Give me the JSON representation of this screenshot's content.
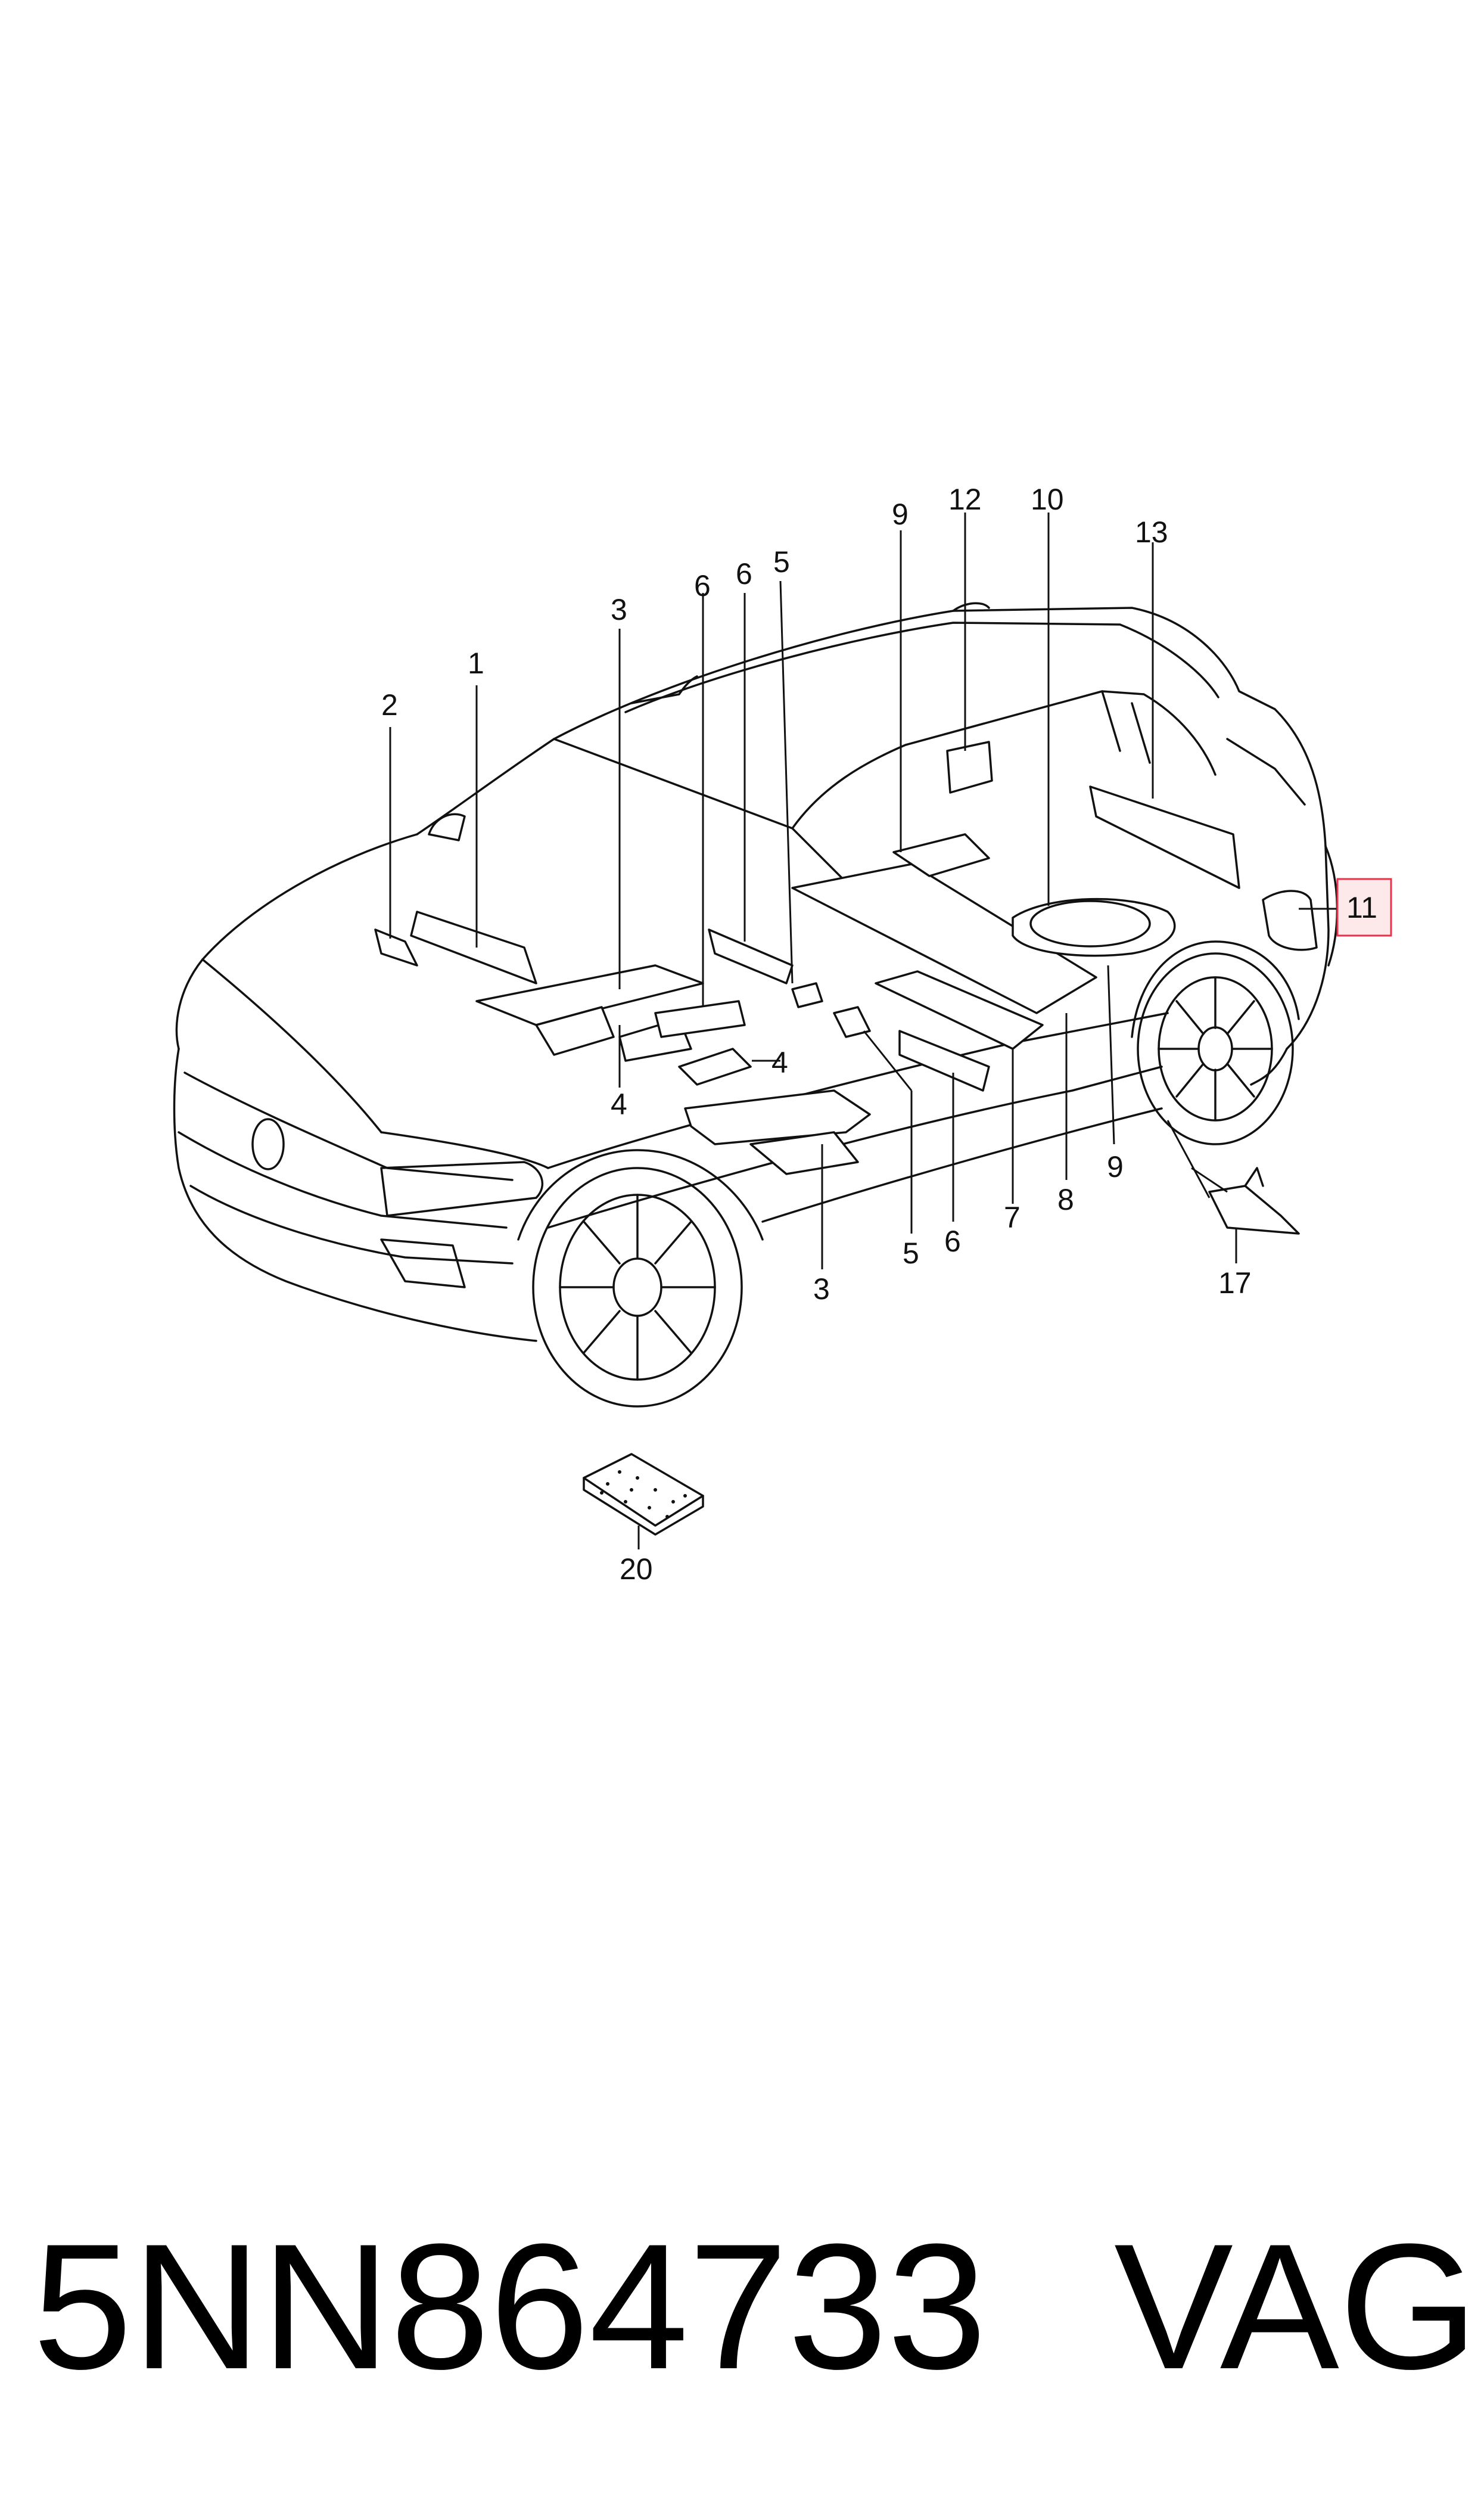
{
  "diagram": {
    "callouts": [
      "1",
      "2",
      "3",
      "3",
      "4",
      "4",
      "5",
      "5",
      "6",
      "6",
      "6",
      "7",
      "8",
      "9",
      "9",
      "10",
      "11",
      "12",
      "13",
      "17",
      "20"
    ],
    "highlight_color": "#e8334a",
    "highlighted_callout": "11"
  },
  "footer": {
    "part_number": "5NN864733",
    "brand": "VAG"
  }
}
